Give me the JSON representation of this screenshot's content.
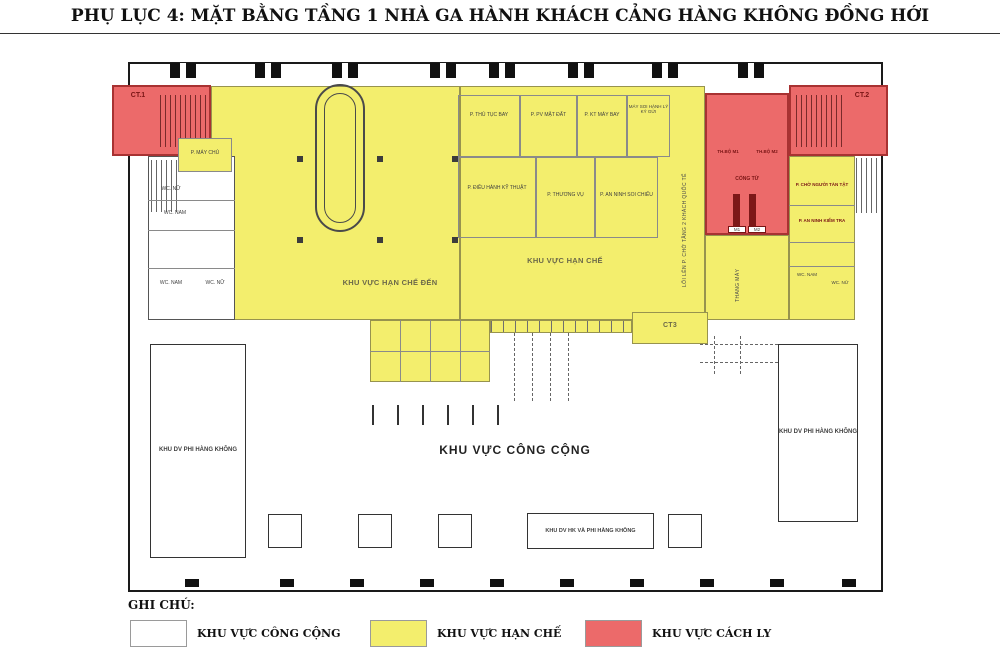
{
  "title": "PHỤ LỤC 4: MẶT BẰNG TẦNG 1 NHÀ GA HÀNH KHÁCH CẢNG HÀNG KHÔNG ĐỒNG HỚI",
  "colors": {
    "public": "#ffffff",
    "restricted": "#f3ee6d",
    "isolation": "#ec6a6a",
    "isolation_dark": "#7d1818",
    "wall": "#1a1a1a"
  },
  "plan": {
    "zone_labels": {
      "ct1": "CT.1",
      "ct2": "CT.2",
      "ct3": "CT3",
      "arrival": "KHU VỰC HẠN CHẾ ĐẾN",
      "restricted": "KHU VỰC HẠN CHẾ",
      "public": "KHU VỰC CÔNG CỘNG",
      "services_left": "KHU DV PHI HÀNG KHÔNG",
      "services_right": "KHU DV PHI HÀNG KHÔNG",
      "services_center": "KHU DV HK VÀ PHI HÀNG KHÔNG"
    },
    "rooms": {
      "server": "P. MÁY CHỦ",
      "wc_nu_ul": "WC. NỮ",
      "wc_nam_ul": "WC. NAM",
      "wc_nam_ll": "WC. NAM",
      "wc_nu_ll": "WC. NỮ",
      "thu_tuc_bay": "P. THỦ TỤC BAY",
      "pv_mat_dat": "P. PV MẶT ĐẤT",
      "kt_may_bay": "P. KT MÁY BAY",
      "may_soi": "MÁY SOI HÀNH LÝ KÝ GỬI",
      "dieu_hanh": "P. ĐIỀU HÀNH KỸ THUẬT",
      "thuong_vu": "P. THƯƠNG VỤ",
      "an_ninh_soi_chieu": "P. AN NINH SOI CHIẾU",
      "cho_nguoi_tan_tat": "P. CHỜ NGƯỜI TÀN TẬT",
      "an_ninh_kiem_tra": "P. AN NINH KIỂM TRA",
      "wc_nam_r": "WC. NAM",
      "wc_nu_r": "WC. NỮ",
      "loi_len": "LỐI LÊN P. CHỜ TẦNG 2 KHÁCH QUỐC TẾ",
      "thang_may": "THANG MÁY",
      "th_bo_m1": "TH.BỘ M1",
      "th_bo_m2": "TH.BỘ M2",
      "cong_tu": "CỔNG TỪ",
      "m1": "M1",
      "m2": "M2"
    }
  },
  "legend": {
    "heading": "GHI CHÚ:",
    "items": [
      {
        "label": "KHU VỰC CÔNG CỘNG",
        "color": "#ffffff"
      },
      {
        "label": "KHU VỰC HẠN CHẾ",
        "color": "#f3ee6d"
      },
      {
        "label": "KHU VỰC CÁCH LY",
        "color": "#ec6a6a"
      }
    ]
  }
}
